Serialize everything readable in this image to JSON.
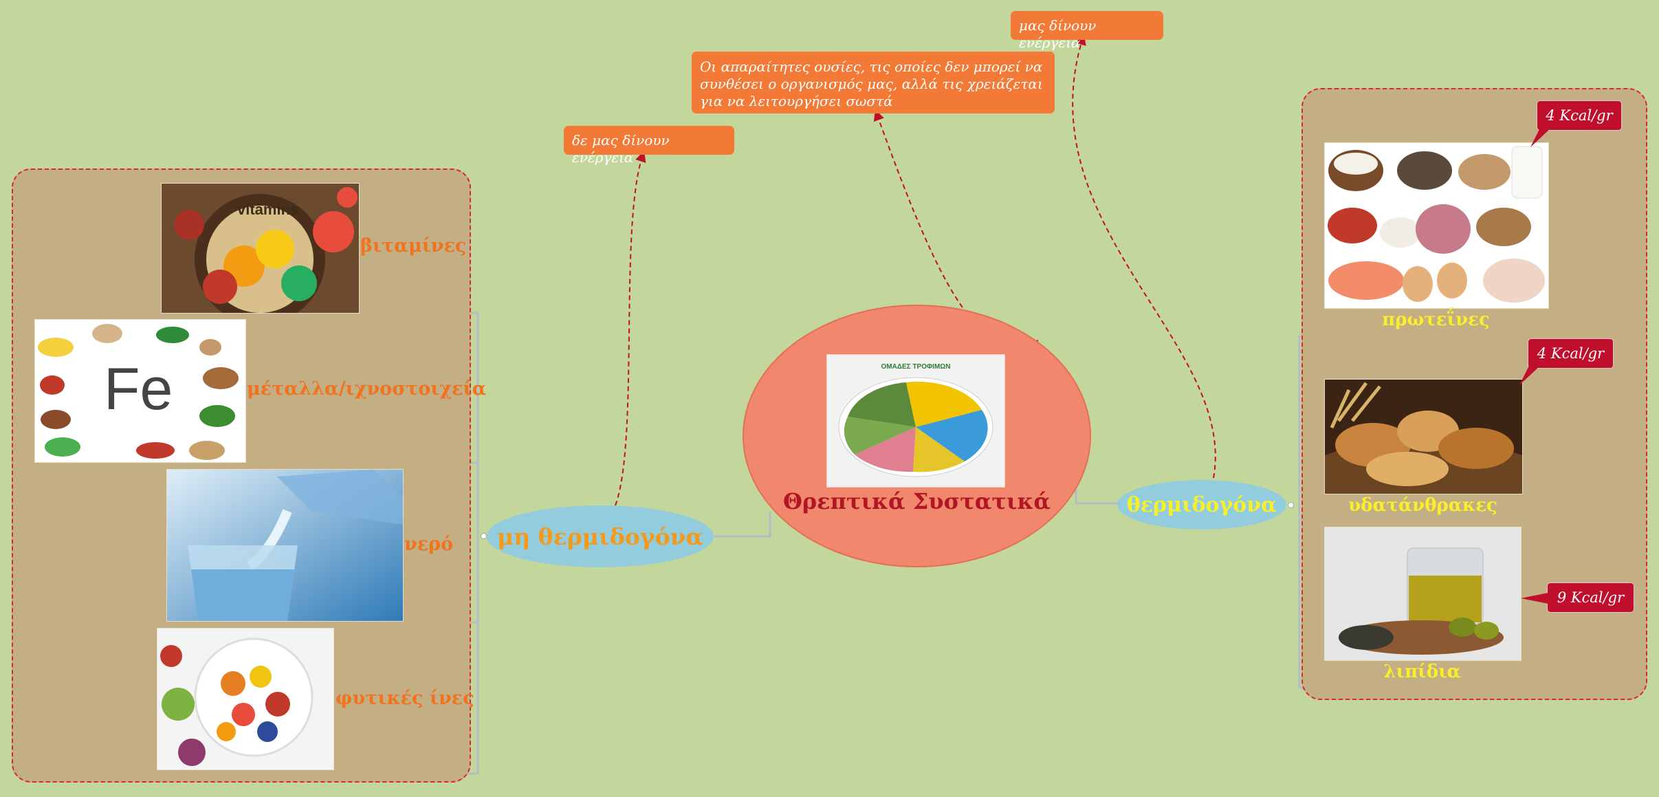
{
  "central": {
    "title": "Θρεπτικά Συστατικά",
    "image_caption": "ΟΜΑΔΕΣ ΤΡΟΦΙΜΩΝ",
    "image_icon": "food-groups-plate-icon"
  },
  "left_branch": {
    "title": "μη θερμιδογόνα",
    "callout": "δε μας δίνουν ενέργεια",
    "items": [
      {
        "label": "βιταμίνες",
        "image_icon": "vitamin-fruits-icon",
        "image_text": "vitamins"
      },
      {
        "label": "μέταλλα/ιχνοστοιχεία",
        "image_icon": "iron-foods-icon",
        "image_text": "Fe"
      },
      {
        "label": "νερό",
        "image_icon": "water-glass-icon"
      },
      {
        "label": "φυτικές ίνες",
        "image_icon": "fruit-salad-icon"
      }
    ]
  },
  "right_branch": {
    "title": "θερμιδογόνα",
    "callout": "μας δίνουν ενέργεια",
    "items": [
      {
        "label": "πρωτεΐνες",
        "kcal": "4 Kcal/gr",
        "image_icon": "protein-foods-icon"
      },
      {
        "label": "υδατάνθρακες",
        "kcal": "4 Kcal/gr",
        "image_icon": "bread-basket-icon"
      },
      {
        "label": "λιπίδια",
        "kcal": "9 Kcal/gr",
        "image_icon": "olive-oil-nuts-icon"
      }
    ]
  },
  "central_callout": "Οι απαραίτητες ουσίες, τις οποίες δεν μπορεί να συνθέσει ο οργανισμός μας, αλλά τις χρειάζεται για να λειτουργήσει σωστά",
  "colors": {
    "background": "#c3d69b",
    "panel": "#c4ae84",
    "panel_border": "#d9272e",
    "branch": "#93cddd",
    "central": "#f1876c",
    "callout": "#f27a36",
    "kcal_badge": "#c00f2c",
    "label_orange": "#f0731f",
    "label_yellow": "#f9ef2a"
  }
}
